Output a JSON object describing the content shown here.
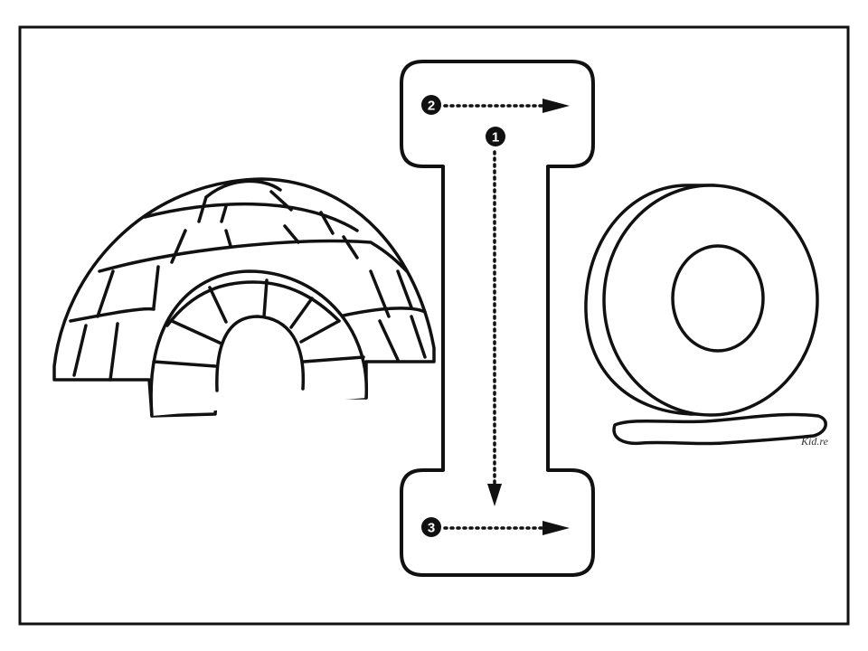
{
  "worksheet": {
    "letter": "I",
    "stroke_color": "#111111",
    "paper_color": "#ffffff",
    "strokes": [
      {
        "step": "1",
        "direction": "down"
      },
      {
        "step": "2",
        "direction": "right"
      },
      {
        "step": "3",
        "direction": "right"
      }
    ],
    "watermark": "Kid.re",
    "pictures": [
      "igloo-drawing",
      "ice-ring-drawing"
    ]
  }
}
